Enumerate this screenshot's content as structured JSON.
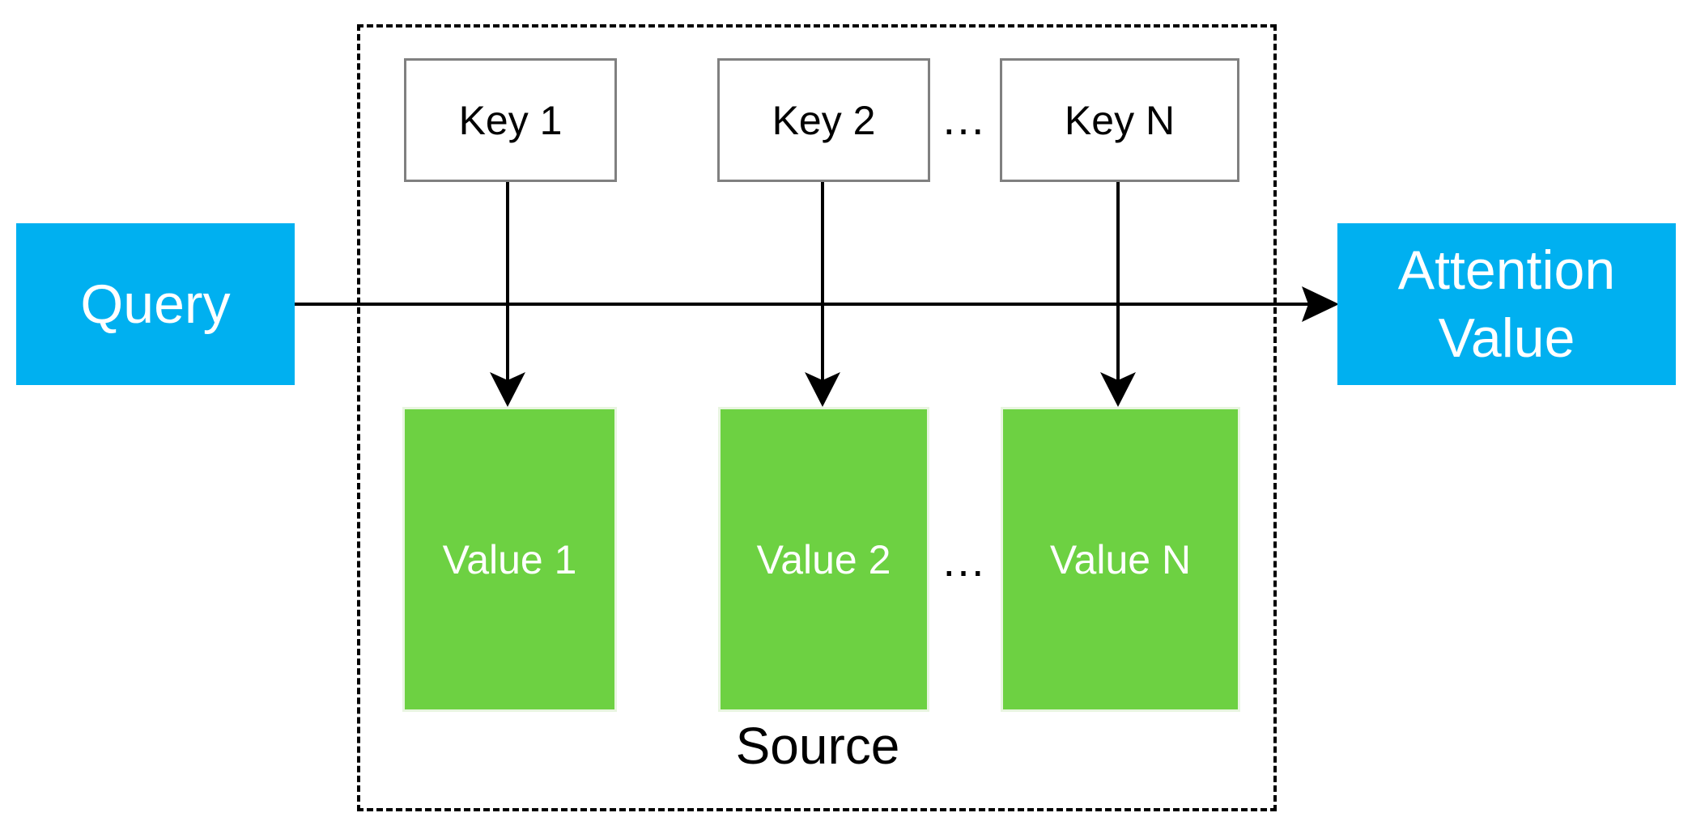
{
  "colors": {
    "query_fill": "#00B0F0",
    "value_fill": "#6DD142",
    "key_border": "#808080",
    "box_text_light": "#FFFFFF",
    "line": "#000000"
  },
  "query": {
    "label": "Query"
  },
  "attention_value": {
    "line1": "Attention",
    "line2": "Value"
  },
  "keys": [
    {
      "label": "Key 1"
    },
    {
      "label": "Key 2"
    },
    {
      "label": "Key N"
    }
  ],
  "values": [
    {
      "label": "Value 1"
    },
    {
      "label": "Value 2"
    },
    {
      "label": "Value N"
    }
  ],
  "ellipsis": "…",
  "source": {
    "label": "Source"
  }
}
